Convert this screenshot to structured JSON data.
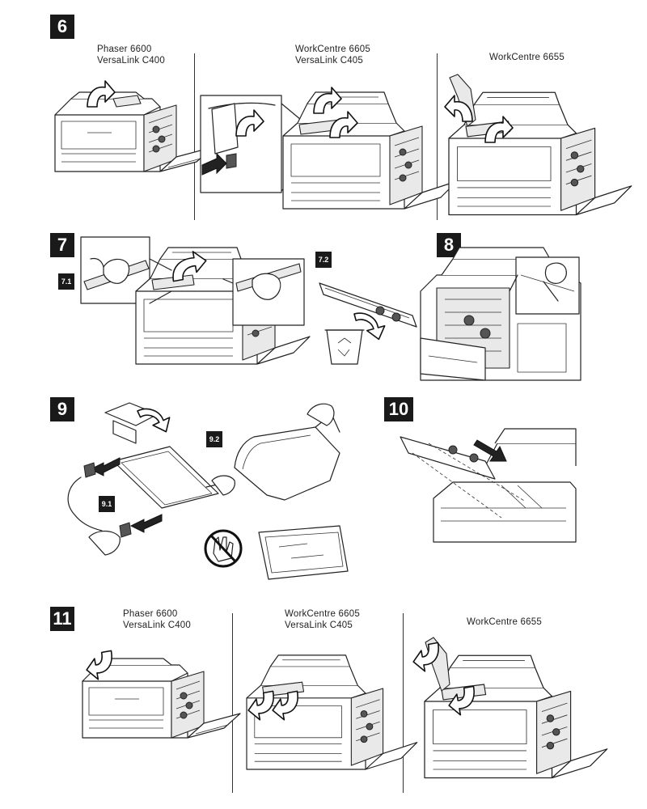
{
  "steps": {
    "s6": {
      "number": "6",
      "panels": [
        {
          "line1": "Phaser  6600",
          "line2": "VersaLink  C400"
        },
        {
          "line1": "WorkCentre  6605",
          "line2": "VersaLink  C405"
        },
        {
          "line1": "WorkCentre  6655",
          "line2": ""
        }
      ]
    },
    "s7": {
      "number": "7",
      "sub1": "7.1",
      "sub2": "7.2"
    },
    "s8": {
      "number": "8"
    },
    "s9": {
      "number": "9",
      "sub1": "9.1",
      "sub2": "9.2"
    },
    "s10": {
      "number": "10"
    },
    "s11": {
      "number": "11",
      "panels": [
        {
          "line1": "Phaser  6600",
          "line2": "VersaLink  C400"
        },
        {
          "line1": "WorkCentre  6605",
          "line2": "VersaLink  C405"
        },
        {
          "line1": "WorkCentre  6655",
          "line2": ""
        }
      ]
    }
  },
  "icons": [
    "arrow-icon",
    "recycle-bin-icon",
    "no-touch-icon",
    "hand-icon",
    "magnifier-inset-icon",
    "printer-icon"
  ]
}
